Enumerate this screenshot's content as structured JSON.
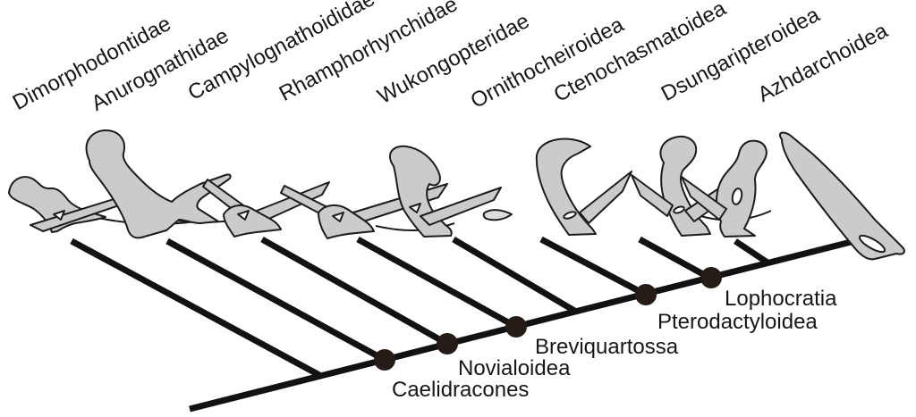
{
  "figure": {
    "type": "cladogram",
    "subject": "Pterosaur phylogeny with skull silhouettes",
    "orientation": "diagonal ladder ascending to the right"
  },
  "taxa": [
    {
      "name": "Dimorphodontidae"
    },
    {
      "name": "Anurognathidae"
    },
    {
      "name": "Campylognathoididae"
    },
    {
      "name": "Rhamphorhynchidae"
    },
    {
      "name": "Wukongopteridae"
    },
    {
      "name": "Ornithocheiroidea"
    },
    {
      "name": "Ctenochasmatoidea"
    },
    {
      "name": "Dsungaripteroidea"
    },
    {
      "name": "Azhdarchoidea"
    }
  ],
  "clade_nodes": [
    {
      "name": "Caelidracones",
      "marked_with": "filled-circle",
      "branch_joining": "Anurognathidae"
    },
    {
      "name": "Novialoidea",
      "marked_with": "filled-circle",
      "branch_joining": "Campylognathoididae"
    },
    {
      "name": "Breviquartossa",
      "marked_with": "filled-circle",
      "branch_joining": "Rhamphorhynchidae"
    },
    {
      "name": "Pterodactyloidea",
      "marked_with": "filled-circle",
      "branch_joining": "Ornithocheiroidea"
    },
    {
      "name": "Lophocratia",
      "marked_with": "filled-circle",
      "branch_joining": "Ctenochasmatoidea"
    }
  ],
  "colors": {
    "background": "#ffffff",
    "tree_line": "#121212",
    "node_dot": "#261c17",
    "skull_fill": "#cbcbcb",
    "skull_outline": "#1c1c1c",
    "text": "#171717"
  }
}
